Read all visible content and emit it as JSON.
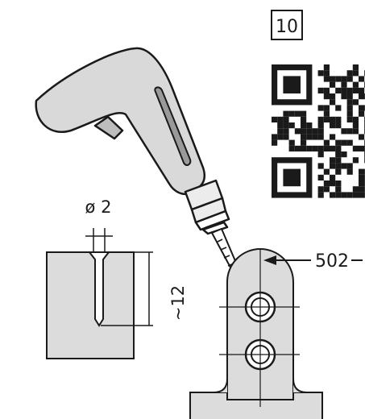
{
  "step_number": "10",
  "labels": {
    "hole_diameter": "ø 2",
    "hole_depth": "~12",
    "part_number": "502"
  },
  "colors": {
    "part_fill": "#dcdcdc",
    "drill_body": "#d9d9d9",
    "line": "#1a1a1a",
    "background": "#ffffff"
  },
  "icons": {
    "qr": "qr-code-icon",
    "drill": "power-drill-icon"
  }
}
